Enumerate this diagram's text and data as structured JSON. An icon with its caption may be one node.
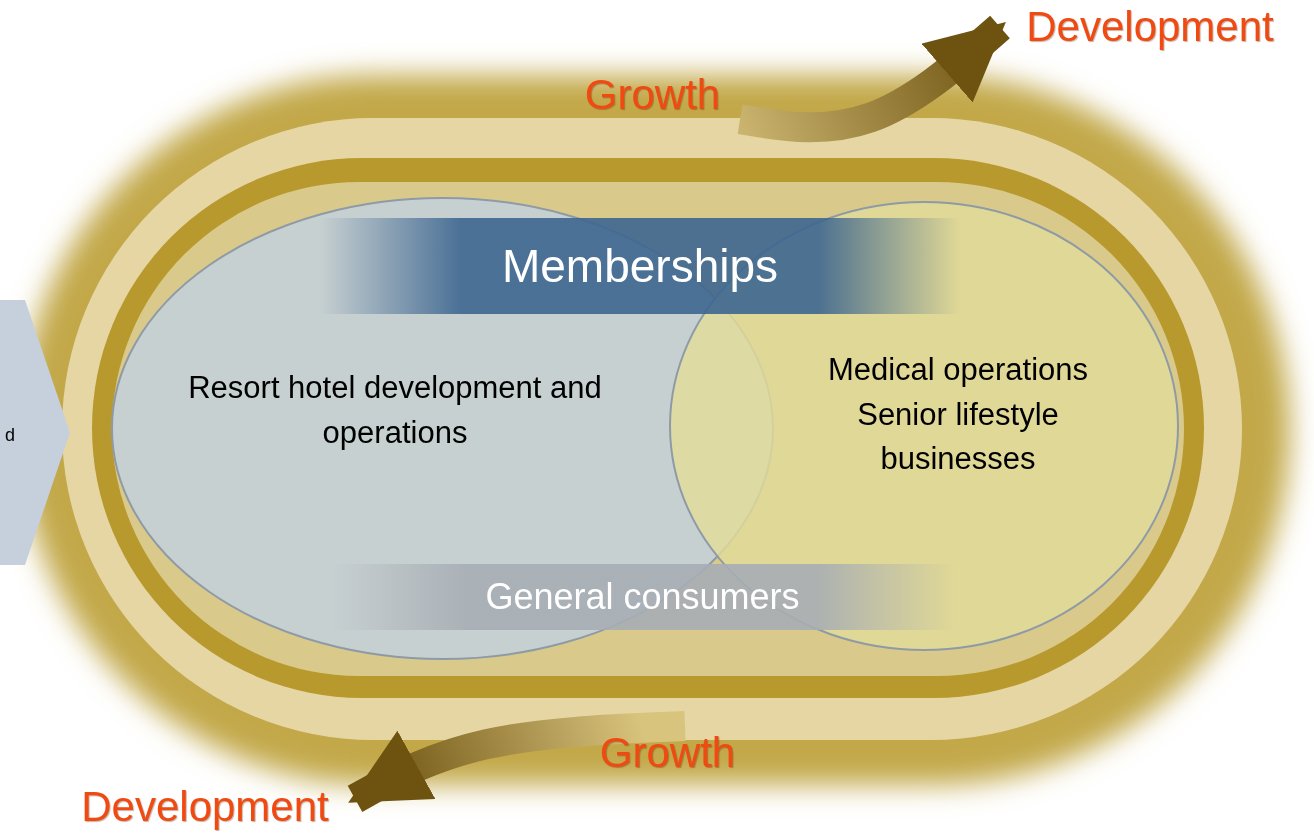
{
  "diagram": {
    "nodes": [
      {
        "text": [
          "d"
        ]
      },
      {
        "text": [
          "Resort hotel development and operations"
        ]
      },
      {
        "text": [
          "Medical operations",
          "Senior lifestyle businesses"
        ]
      },
      {
        "text": [
          "Memberships"
        ]
      },
      {
        "text": [
          "General consumers"
        ]
      },
      {
        "text": [
          "Growth"
        ]
      },
      {
        "text": [
          "Development"
        ]
      },
      {
        "text": [
          "Growth"
        ]
      },
      {
        "text": [
          "Development"
        ]
      }
    ],
    "edges": [
      {
        "from": 5,
        "to": 6,
        "arrow": "to",
        "style": "thick"
      },
      {
        "from": 7,
        "to": 8,
        "arrow": "to",
        "style": "thick"
      }
    ]
  }
}
